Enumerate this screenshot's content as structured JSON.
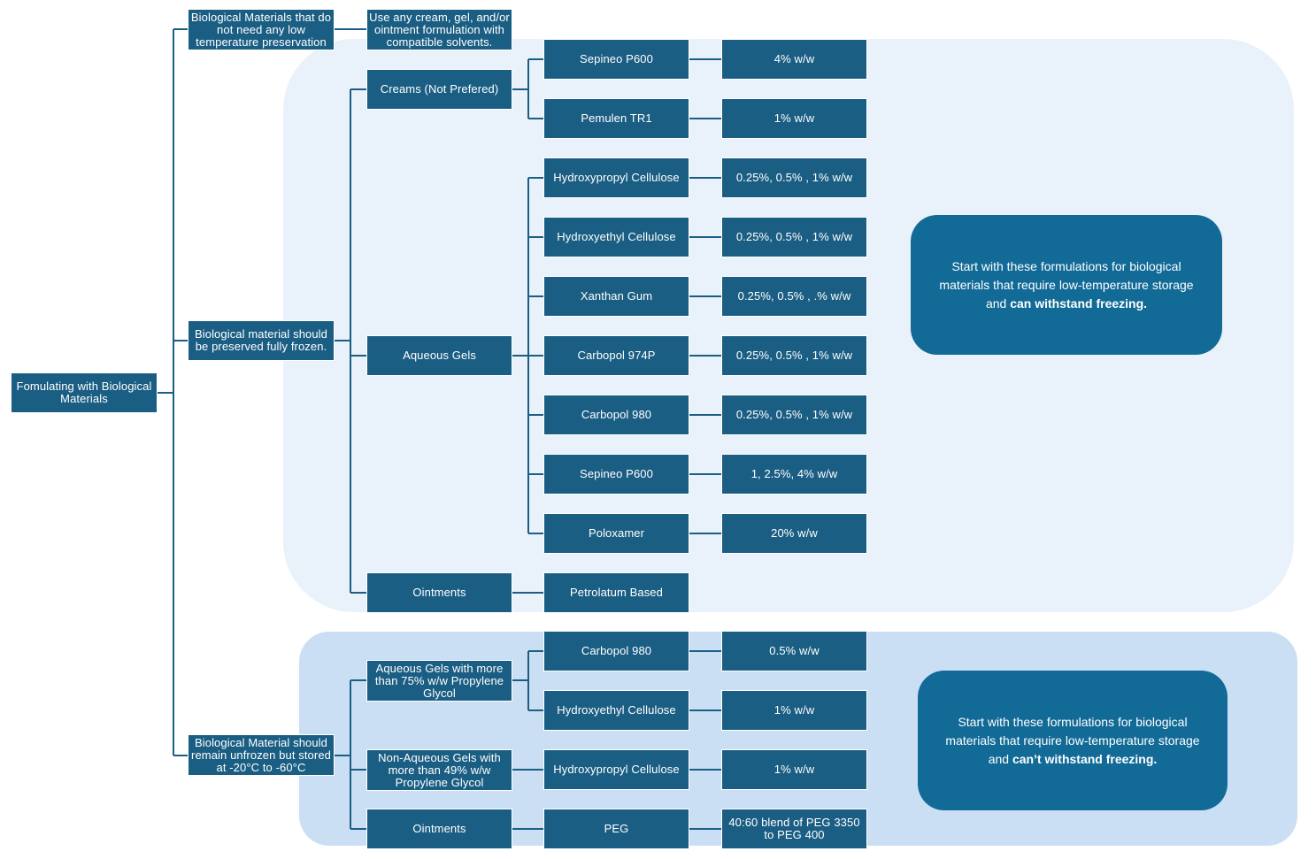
{
  "root": "Fomulating with Biological Materials",
  "categories": {
    "no_low_temp": "Biological Materials that do not need any low temperature preservation",
    "frozen": "Biological material should be preserved fully frozen.",
    "unfrozen": "Biological Material should remain unfrozen but stored at -20°C to -60°C"
  },
  "no_low_temp_option": "Use any cream, gel, and/or ointment formulation with compatible solvents.",
  "frozen_groups": {
    "creams": "Creams (Not Prefered)",
    "gels": "Aqueous Gels",
    "ointments": "Ointments"
  },
  "frozen_items": [
    {
      "name": "Sepineo P600",
      "value": "4% w/w"
    },
    {
      "name": "Pemulen TR1",
      "value": "1% w/w"
    },
    {
      "name": "Hydroxypropyl Cellulose",
      "value": "0.25%, 0.5% , 1% w/w"
    },
    {
      "name": "Hydroxyethyl Cellulose",
      "value": "0.25%, 0.5% , 1% w/w"
    },
    {
      "name": "Xanthan Gum",
      "value": "0.25%, 0.5% , .% w/w"
    },
    {
      "name": "Carbopol 974P",
      "value": "0.25%, 0.5% , 1% w/w"
    },
    {
      "name": "Carbopol 980",
      "value": "0.25%, 0.5% , 1% w/w"
    },
    {
      "name": "Sepineo P600",
      "value": "1, 2.5%, 4% w/w"
    },
    {
      "name": "Poloxamer",
      "value": "20% w/w"
    },
    {
      "name": "Petrolatum Based"
    }
  ],
  "unfrozen_groups": {
    "aqueous_pg": "Aqueous Gels with more than 75% w/w Propylene Glycol",
    "nonaqueous_pg": "Non-Aqueous Gels with more than 49% w/w Propylene Glycol",
    "ointments": "Ointments"
  },
  "unfrozen_items": [
    {
      "name": "Carbopol 980",
      "value": "0.5% w/w"
    },
    {
      "name": "Hydroxyethyl Cellulose",
      "value": "1% w/w"
    },
    {
      "name": "Hydroxypropyl Cellulose",
      "value": "1% w/w"
    },
    {
      "name": "PEG",
      "value": "40:60 blend of PEG 3350 to PEG 400"
    }
  ],
  "notes": {
    "frozen_prefix": "Start with these formulations for biological materials that require low-temperature storage and ",
    "frozen_bold": "can withstand freezing.",
    "unfrozen_prefix": "Start with these formulations for biological materials that require low-temperature storage and ",
    "unfrozen_bold": "can’t withstand freezing."
  },
  "colors": {
    "node": "#1b5e83",
    "note": "#126a97",
    "frozen_panel": "#e9f1fa",
    "unfrozen_panel": "#cbdff4",
    "connector": "#1b5e83"
  }
}
